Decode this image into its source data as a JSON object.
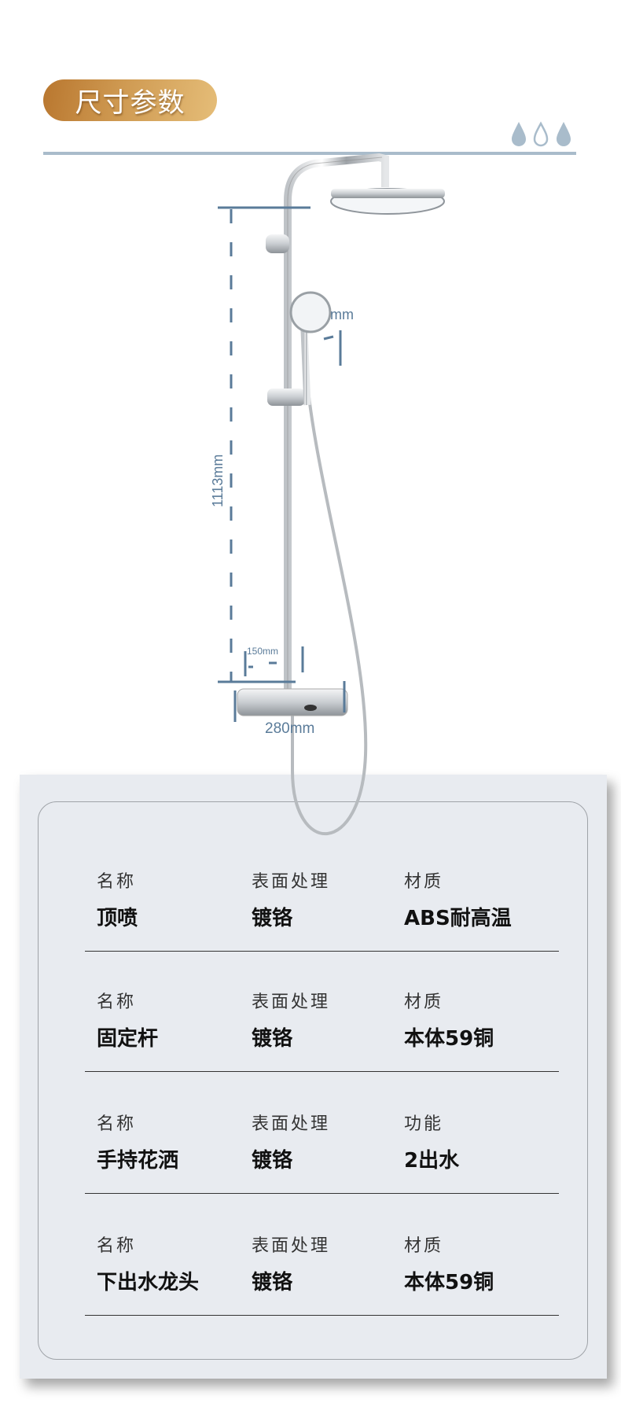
{
  "header": {
    "title": "尺寸参数"
  },
  "dimensions": {
    "height": "1113mm",
    "pole_spacing": "150mm",
    "mixer_width": "280mm",
    "handheld": "mm"
  },
  "colors": {
    "accent_gold": "#c58c45",
    "dimension_blue": "#5a7b99",
    "rule": "#a9bccb",
    "panel": "#e8ebf0"
  },
  "specs": [
    {
      "name_label": "名称",
      "name": "顶喷",
      "finish_label": "表面处理",
      "finish": "镀铬",
      "third_label": "材质",
      "third": "ABS耐高温"
    },
    {
      "name_label": "名称",
      "name": "固定杆",
      "finish_label": "表面处理",
      "finish": "镀铬",
      "third_label": "材质",
      "third": "本体59铜"
    },
    {
      "name_label": "名称",
      "name": "手持花洒",
      "finish_label": "表面处理",
      "finish": "镀铬",
      "third_label": "功能",
      "third": "2出水"
    },
    {
      "name_label": "名称",
      "name": "下出水龙头",
      "finish_label": "表面处理",
      "finish": "镀铬",
      "third_label": "材质",
      "third": "本体59铜"
    }
  ]
}
